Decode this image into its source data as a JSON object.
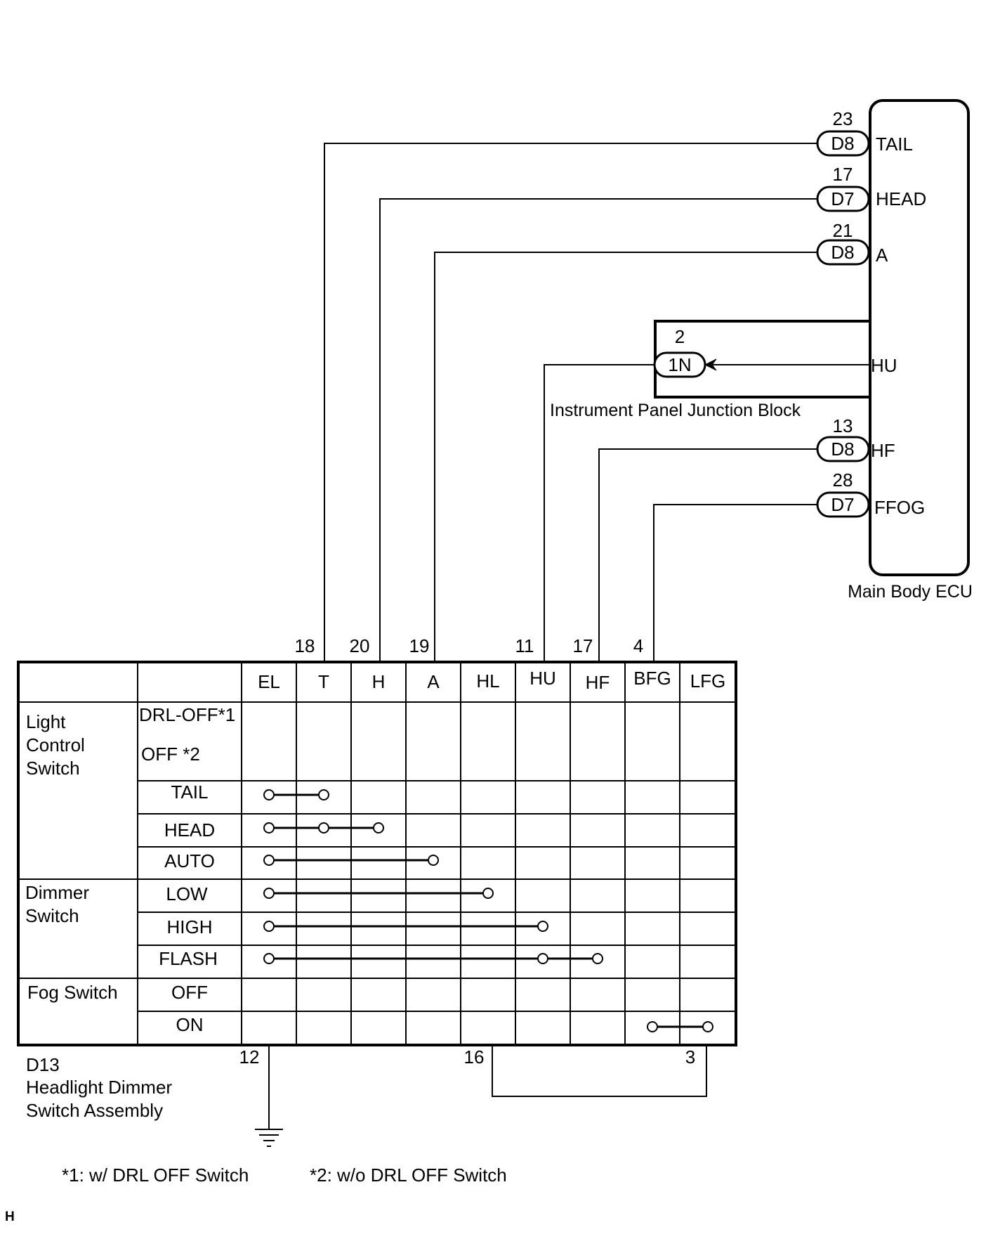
{
  "ecu": {
    "name": "Main Body ECU",
    "terminals": [
      {
        "pin": "23",
        "connector": "D8",
        "label": "TAIL",
        "switch_pin": "18"
      },
      {
        "pin": "17",
        "connector": "D7",
        "label": "HEAD",
        "switch_pin": "20"
      },
      {
        "pin": "21",
        "connector": "D8",
        "label": "A",
        "switch_pin": "19"
      },
      {
        "pin": "2",
        "connector": "1N",
        "label": "HU",
        "switch_pin": "11"
      },
      {
        "pin": "13",
        "connector": "D8",
        "label": "HF",
        "switch_pin": "17"
      },
      {
        "pin": "28",
        "connector": "D7",
        "label": "FFOG",
        "switch_pin": "4"
      }
    ]
  },
  "junction_block": {
    "name": "Instrument Panel Junction Block"
  },
  "switch": {
    "connector": "D13",
    "name_line1": "Headlight Dimmer",
    "name_line2": "Switch Assembly",
    "columns": [
      "EL",
      "T",
      "H",
      "A",
      "HL",
      "HU",
      "HF",
      "BFG",
      "LFG"
    ],
    "groups": [
      {
        "line1": "Light",
        "line2": "Control",
        "line3": "Switch"
      },
      {
        "line1": "Dimmer",
        "line2": "Switch"
      },
      {
        "line1": "Fog Switch"
      }
    ],
    "rows": [
      {
        "label": "DRL-OFF*1",
        "connected": []
      },
      {
        "label": "OFF *2",
        "connected": []
      },
      {
        "label": "TAIL",
        "connected": [
          "EL",
          "T"
        ]
      },
      {
        "label": "HEAD",
        "connected": [
          "EL",
          "T",
          "H"
        ]
      },
      {
        "label": "AUTO",
        "connected": [
          "EL",
          "A"
        ]
      },
      {
        "label": "LOW",
        "connected": [
          "EL",
          "HL"
        ]
      },
      {
        "label": "HIGH",
        "connected": [
          "EL",
          "HU"
        ]
      },
      {
        "label": "FLASH",
        "connected": [
          "EL",
          "HU",
          "HF"
        ]
      },
      {
        "label": "OFF",
        "connected": []
      },
      {
        "label": "ON",
        "connected": [
          "BFG",
          "LFG"
        ]
      }
    ],
    "bottom_pins": [
      "12",
      "16",
      "3"
    ]
  },
  "notes": {
    "note1": "*1: w/ DRL OFF Switch",
    "note2": "*2: w/o DRL OFF Switch"
  },
  "corner_mark": "H"
}
